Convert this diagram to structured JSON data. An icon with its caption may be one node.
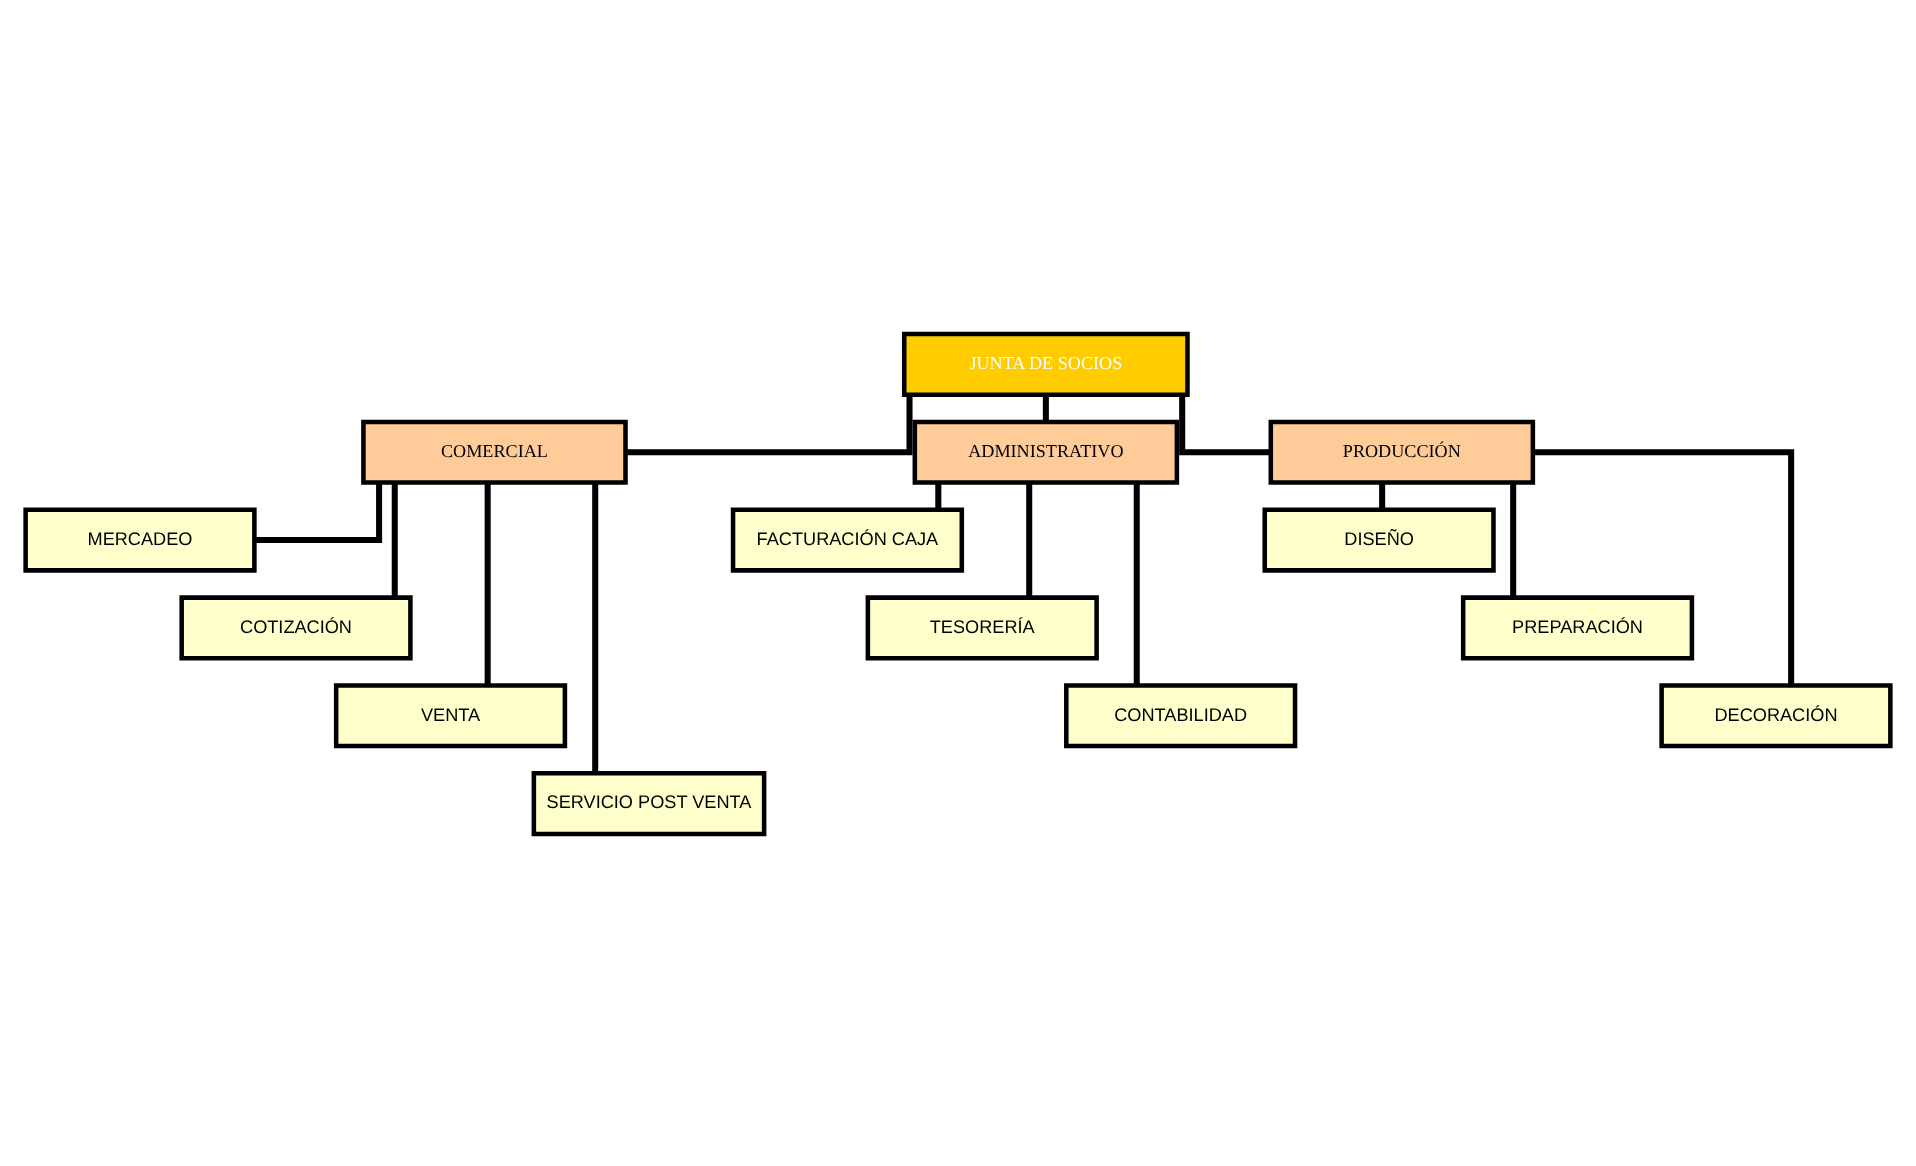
{
  "diagram": {
    "nodes": [
      {
        "text": [
          "JUNTA DE SOCIOS"
        ]
      },
      {
        "text": [
          "COMERCIAL"
        ]
      },
      {
        "text": [
          "ADMINISTRATIVO"
        ]
      },
      {
        "text": [
          "PRODUCCIÓN"
        ]
      },
      {
        "text": [
          "MERCADEO"
        ]
      },
      {
        "text": [
          "COTIZACIÓN"
        ]
      },
      {
        "text": [
          "VENTA"
        ]
      },
      {
        "text": [
          "SERVICIO POST VENTA"
        ]
      },
      {
        "text": [
          "FACTURACIÓN CAJA"
        ]
      },
      {
        "text": [
          "TESORERÍA"
        ]
      },
      {
        "text": [
          "CONTABILIDAD"
        ]
      },
      {
        "text": [
          "DISEÑO"
        ]
      },
      {
        "text": [
          "PREPARACIÓN"
        ]
      },
      {
        "text": [
          "DECORACIÓN"
        ]
      }
    ],
    "edges": [
      {
        "from": 0,
        "to": 1,
        "arrow": "none"
      },
      {
        "from": 0,
        "to": 2,
        "arrow": "none"
      },
      {
        "from": 0,
        "to": 3,
        "arrow": "none"
      },
      {
        "from": 1,
        "to": 4,
        "arrow": "none"
      },
      {
        "from": 1,
        "to": 5,
        "arrow": "none"
      },
      {
        "from": 1,
        "to": 6,
        "arrow": "none"
      },
      {
        "from": 1,
        "to": 7,
        "arrow": "none"
      },
      {
        "from": 2,
        "to": 8,
        "arrow": "none"
      },
      {
        "from": 2,
        "to": 9,
        "arrow": "none"
      },
      {
        "from": 2,
        "to": 10,
        "arrow": "none"
      },
      {
        "from": 3,
        "to": 11,
        "arrow": "none"
      },
      {
        "from": 3,
        "to": 12,
        "arrow": "none"
      },
      {
        "from": 3,
        "to": 13,
        "arrow": "none"
      }
    ]
  }
}
